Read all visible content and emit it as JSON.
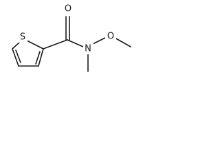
{
  "structure": {
    "atoms": {
      "sulfur": "S",
      "carbonyl_oxygen": "O",
      "amide_nitrogen": "N",
      "methoxy_oxygen": "O"
    },
    "colors": {
      "bond": "#1a1a1a",
      "label": "#1a1a1a",
      "background": "#ffffff"
    }
  }
}
